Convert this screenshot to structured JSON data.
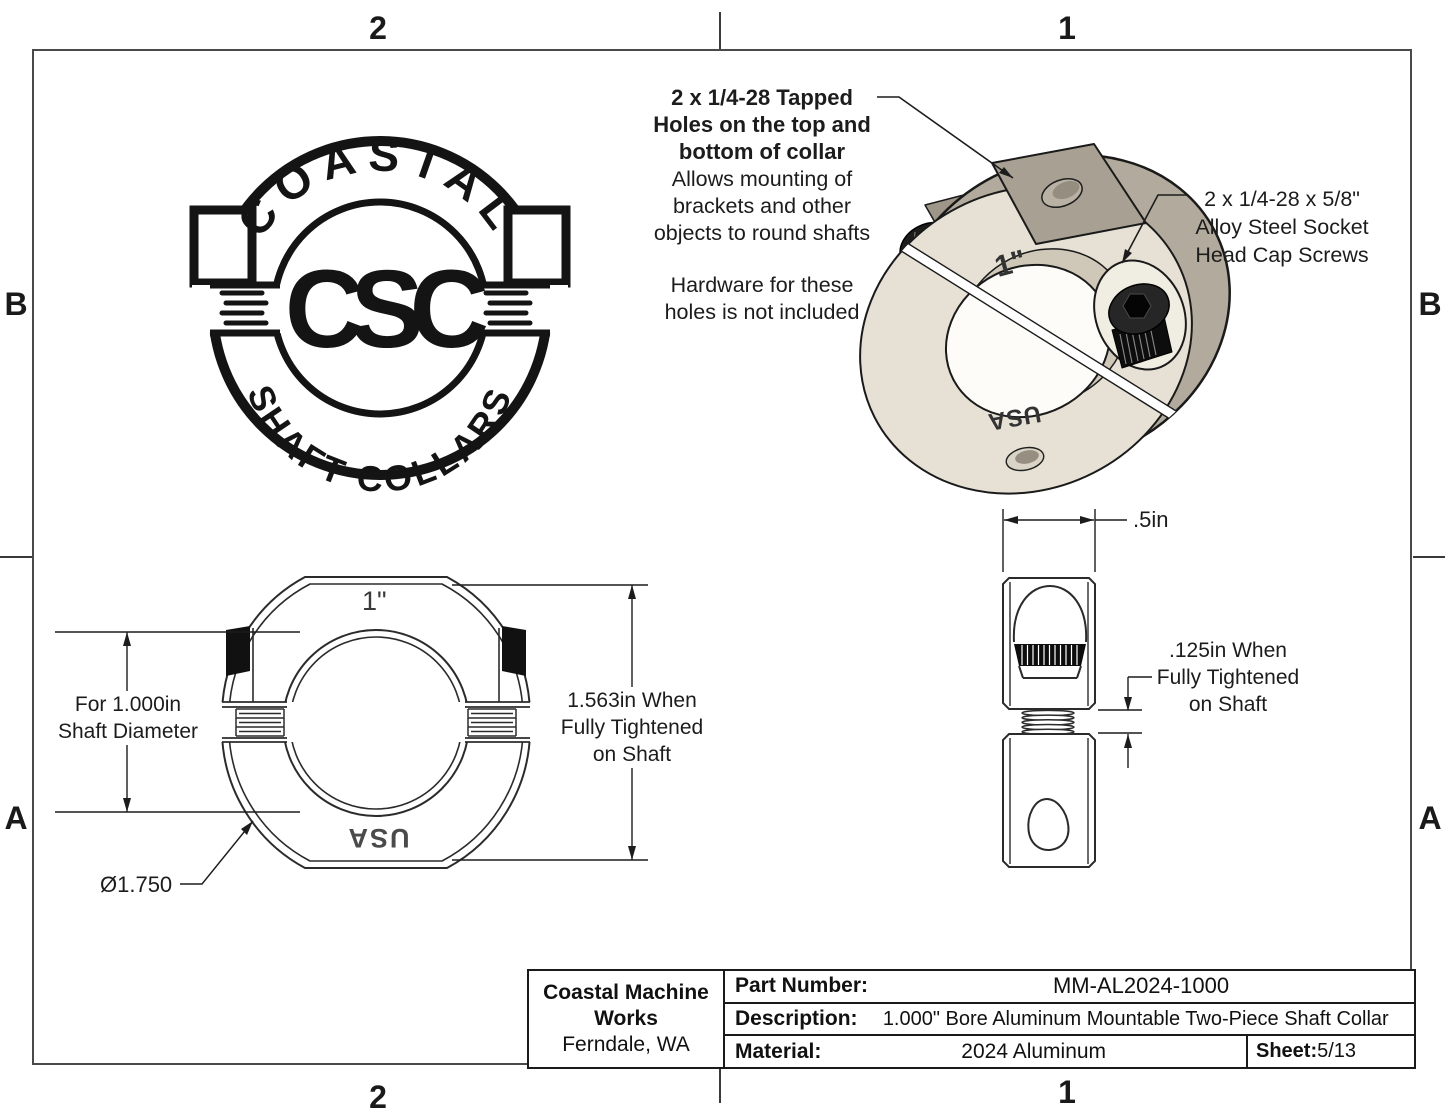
{
  "sheet": {
    "zones": {
      "top_left": "2",
      "top_right": "1",
      "bottom_left": "2",
      "bottom_right": "1",
      "left_upper": "B",
      "left_lower": "A",
      "right_upper": "B",
      "right_lower": "A"
    }
  },
  "logo": {
    "arc_top": "COASTAL",
    "monogram": "CSC",
    "arc_bottom": "SHAFT COLLARS"
  },
  "annotations": {
    "tapped_holes_title": "2 x 1/4-28 Tapped\nHoles on the top and\nbottom of collar",
    "tapped_holes_body": "Allows mounting of\nbrackets and other\nobjects to round shafts",
    "tapped_holes_note": "Hardware for these\nholes is not included",
    "cap_screws": "2 x 1/4-28 x 5/8\"\nAlloy Steel Socket\nHead Cap Screws"
  },
  "views": {
    "iso": {
      "bore_label": "1\"",
      "origin_label": "USA"
    },
    "front": {
      "bore_label": "1\"",
      "origin_label": "USA",
      "shaft_dim": "For 1.000in\nShaft Diameter",
      "od_dim": "Ø1.750",
      "height_dim": "1.563in When\nFully Tightened\non Shaft"
    },
    "side": {
      "width_dim": ".5in",
      "gap_dim": ".125in When\nFully Tightened\non Shaft"
    }
  },
  "title_block": {
    "company": "Coastal Machine\nWorks",
    "location": "Ferndale, WA",
    "part_number_label": "Part Number:",
    "part_number": "MM-AL2024-1000",
    "description_label": "Description:",
    "description": "1.000\" Bore Aluminum Mountable Two-Piece Shaft Collar",
    "material_label": "Material:",
    "material": "2024 Aluminum",
    "sheet_label": "Sheet:",
    "sheet_value": "5/13"
  },
  "colors": {
    "body_top": "#b2ab9d",
    "body_front": "#e6e1d4",
    "screw": "#1c1c1c",
    "line": "#2b2b2b"
  }
}
